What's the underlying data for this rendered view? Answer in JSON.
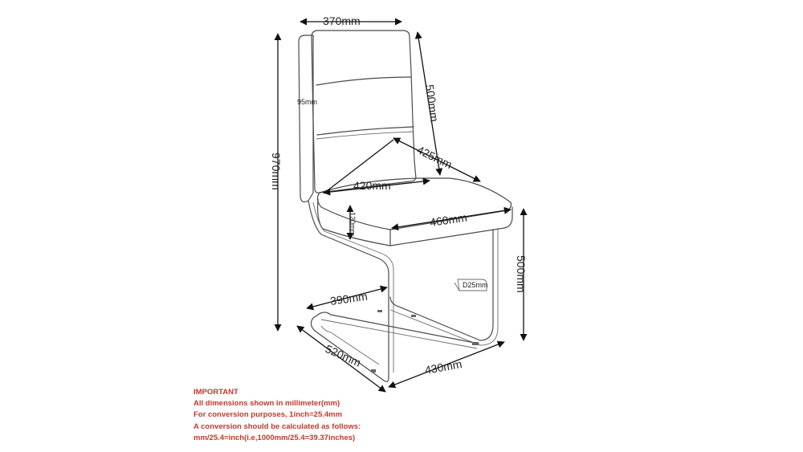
{
  "dimensions": {
    "back_width": "370mm",
    "back_height": "500mm",
    "total_height": "970mm",
    "back_panel": "95mm",
    "seat_depth_back": "425mm",
    "seat_width_front": "420mm",
    "seat_depth": "460mm",
    "seat_thickness": "120mm",
    "seat_height": "500mm",
    "tube_diameter": "D25mm",
    "base_width_rear": "390mm",
    "base_depth": "520mm",
    "base_width": "430mm"
  },
  "notes": {
    "title": "IMPORTANT",
    "lines": [
      "All dimensions shown in millimeter(mm)",
      "For conversion purposes, 1inch=25.4mm",
      "A conversion should be calculated as follows:",
      "mm/25.4=inch(i.e,1000mm/25.4=39.37inches)"
    ]
  },
  "colors": {
    "notes_text": "#c0392b",
    "outline": "#4a4a4a",
    "dimension_lines": "#111111"
  }
}
